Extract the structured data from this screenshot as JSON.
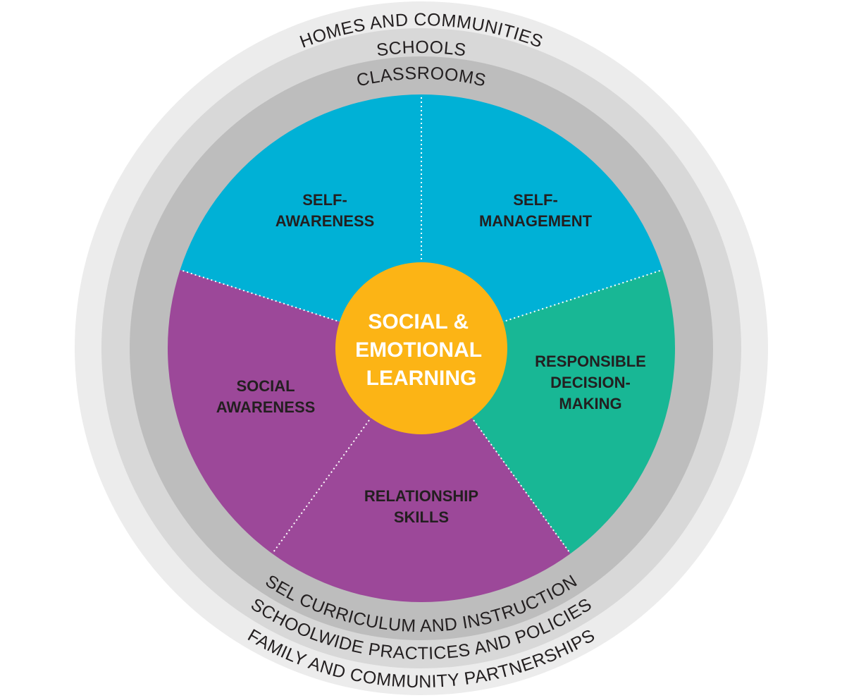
{
  "colors": {
    "outer_ring": "#ececec",
    "middle_ring": "#d8d8d8",
    "inner_ring": "#bdbdbd",
    "blue": "#00b1d6",
    "purple": "#9c4899",
    "green": "#18b795",
    "center": "#fcb415"
  },
  "rings": {
    "outer_top": "HOMES AND COMMUNITIES",
    "middle_top": "SCHOOLS",
    "inner_top": "CLASSROOMS",
    "inner_bottom": "SEL CURRICULUM AND INSTRUCTION",
    "middle_bottom": "SCHOOLWIDE PRACTICES AND POLICIES",
    "outer_bottom": "FAMILY AND COMMUNITY PARTNERSHIPS"
  },
  "segments": [
    {
      "id": "self-awareness",
      "lines": [
        "SELF-",
        "AWARENESS"
      ],
      "color": "#00b1d6"
    },
    {
      "id": "self-management",
      "lines": [
        "SELF-",
        "MANAGEMENT"
      ],
      "color": "#00b1d6"
    },
    {
      "id": "responsible-decision-making",
      "lines": [
        "RESPONSIBLE",
        "DECISION-",
        "MAKING"
      ],
      "color": "#18b795"
    },
    {
      "id": "relationship-skills",
      "lines": [
        "RELATIONSHIP",
        "SKILLS"
      ],
      "color": "#9c4899"
    },
    {
      "id": "social-awareness",
      "lines": [
        "SOCIAL",
        "AWARENESS"
      ],
      "color": "#9c4899"
    }
  ],
  "center": {
    "lines": [
      "SOCIAL &",
      "EMOTIONAL",
      "LEARNING"
    ]
  }
}
